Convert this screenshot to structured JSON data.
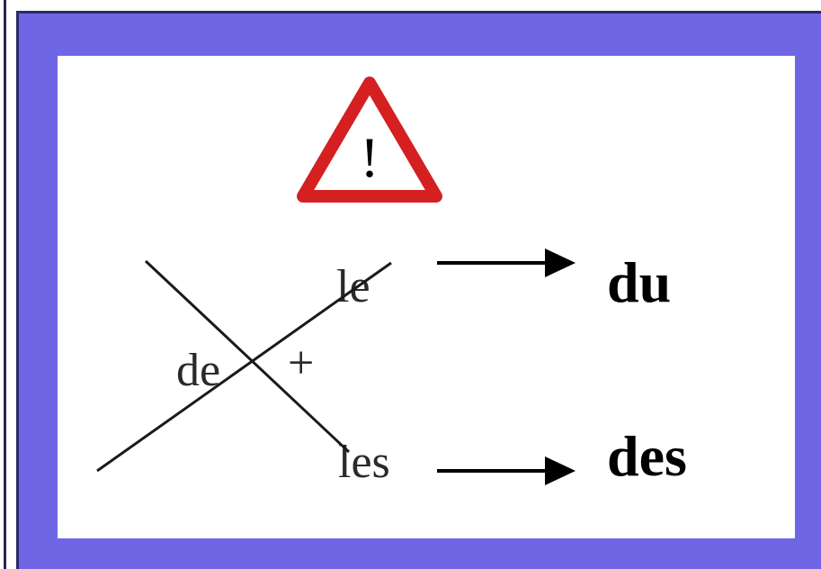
{
  "warning": {
    "symbol": "!"
  },
  "words": {
    "le": "le",
    "de": "de",
    "plus": "+",
    "les": "les",
    "du": "du",
    "des": "des"
  },
  "colors": {
    "frame": "#6f66e6",
    "warning_red": "#d42020",
    "panel": "#ffffff"
  }
}
